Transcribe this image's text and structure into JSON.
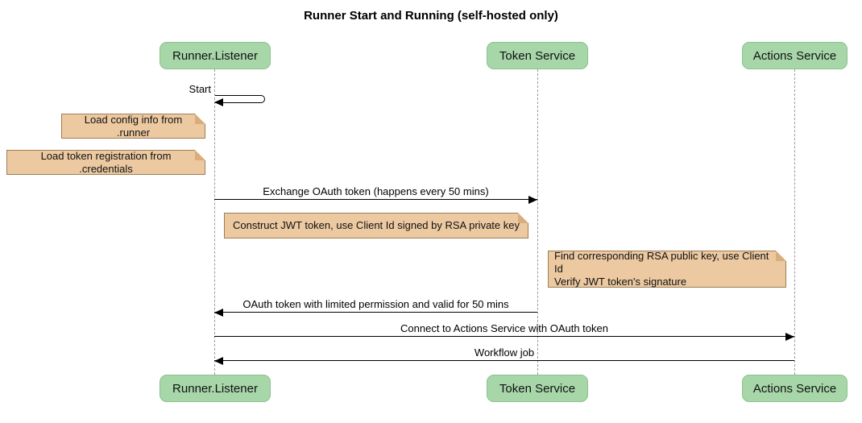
{
  "title": "Runner Start and Running (self-hosted only)",
  "actors": [
    {
      "name": "Runner.Listener"
    },
    {
      "name": "Token Service"
    },
    {
      "name": "Actions Service"
    }
  ],
  "messages": [
    {
      "label": "Start",
      "from": "Runner.Listener",
      "to": "Runner.Listener",
      "type": "self"
    },
    {
      "label": "Exchange OAuth token (happens every 50 mins)",
      "from": "Runner.Listener",
      "to": "Token Service",
      "direction": "right"
    },
    {
      "label": "OAuth token with limited permission and valid for 50 mins",
      "from": "Token Service",
      "to": "Runner.Listener",
      "direction": "left"
    },
    {
      "label": "Connect to Actions Service with OAuth token",
      "from": "Runner.Listener",
      "to": "Actions Service",
      "direction": "right"
    },
    {
      "label": "Workflow job",
      "from": "Actions Service",
      "to": "Runner.Listener",
      "direction": "left"
    }
  ],
  "notes": [
    {
      "text": "Load config info from .runner"
    },
    {
      "text": "Load token registration from .credentials"
    },
    {
      "text": "Construct JWT token, use Client Id signed by RSA private key"
    },
    {
      "text": "Find corresponding RSA public key, use Client Id\nVerify JWT token's signature"
    }
  ],
  "colors": {
    "actor_fill": "#a7d7a9",
    "actor_border": "#8bc08d",
    "note_fill": "#ecc9a1",
    "note_border": "#9e7d55",
    "note_fold": "#d9ad7c",
    "lifeline": "#999999",
    "arrow": "#000000"
  }
}
